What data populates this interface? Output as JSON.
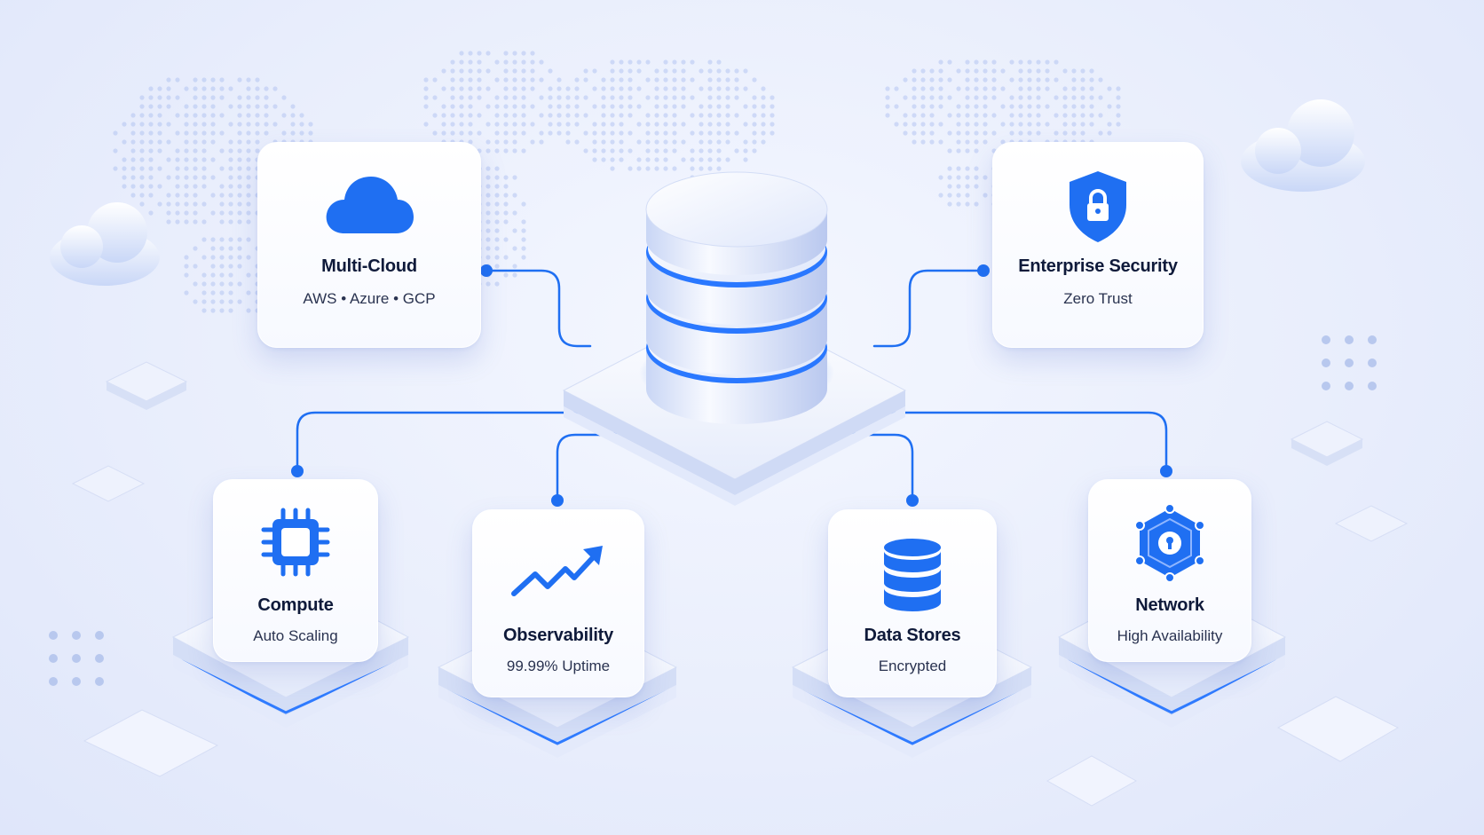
{
  "nodes": {
    "multi_cloud": {
      "title": "Multi-Cloud",
      "subtitle": "AWS • Azure • GCP",
      "icon": "cloud-icon"
    },
    "enterprise_security": {
      "title": "Enterprise Security",
      "subtitle": "Zero Trust",
      "icon": "shield-lock-icon"
    },
    "compute": {
      "title": "Compute",
      "subtitle": "Auto Scaling",
      "icon": "cpu-chip-icon"
    },
    "observability": {
      "title": "Observability",
      "subtitle": "99.99% Uptime",
      "icon": "trend-up-icon"
    },
    "data_stores": {
      "title": "Data Stores",
      "subtitle": "Encrypted",
      "icon": "database-icon"
    },
    "network": {
      "title": "Network",
      "subtitle": "High Availability",
      "icon": "network-hexagon-lock-icon"
    }
  },
  "center": {
    "icon": "database-stack-icon"
  },
  "colors": {
    "accent": "#1f6ff2",
    "dark_text": "#0f1a3a",
    "background": "#e9eefc"
  }
}
